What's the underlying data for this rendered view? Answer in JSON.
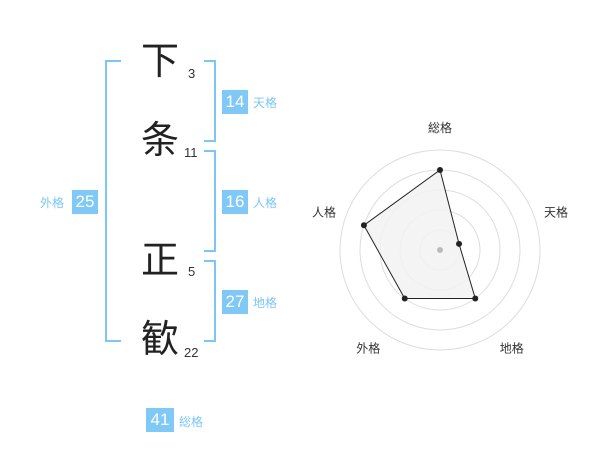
{
  "name": {
    "chars": [
      {
        "char": "下",
        "strokes": "3"
      },
      {
        "char": "条",
        "strokes": "11"
      },
      {
        "char": "正",
        "strokes": "5"
      },
      {
        "char": "歓",
        "strokes": "22"
      }
    ]
  },
  "fortunes": {
    "tenkaku": {
      "label": "天格",
      "value": "14"
    },
    "jinkaku": {
      "label": "人格",
      "value": "16"
    },
    "chikaku": {
      "label": "地格",
      "value": "27"
    },
    "gaikaku": {
      "label": "外格",
      "value": "25"
    },
    "soukaku": {
      "label": "総格",
      "value": "41"
    }
  },
  "chart_data": {
    "type": "radar",
    "axes": [
      "総格",
      "天格",
      "地格",
      "外格",
      "人格"
    ],
    "values": [
      4,
      1,
      3,
      3,
      4
    ],
    "range": [
      0,
      5
    ],
    "rings": 5,
    "colors": {
      "ring": "#dddddd",
      "fill": "#f2f2f2",
      "line": "#222222",
      "point": "#222222",
      "center": "#bbbbbb"
    }
  },
  "colors": {
    "accent": "#80c8f5",
    "bracket": "#7cc6f6",
    "text": "#222222"
  }
}
